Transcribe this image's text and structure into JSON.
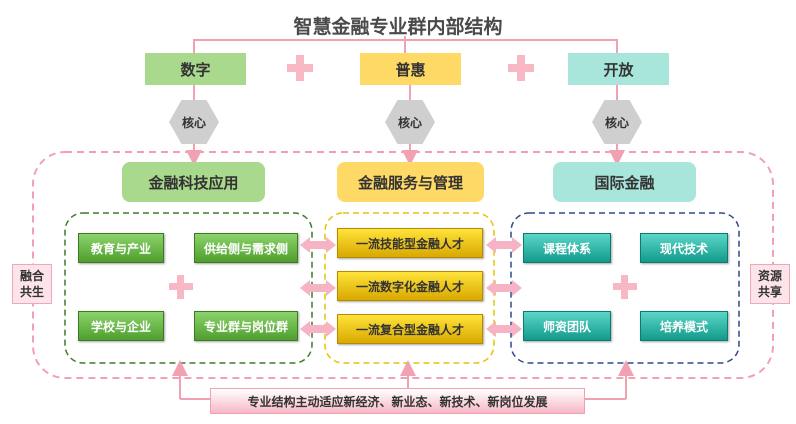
{
  "title": "智慧金融专业群内部结构",
  "top_row": [
    "数字",
    "普惠",
    "开放"
  ],
  "core_label": "核心",
  "categories": [
    "金融科技应用",
    "金融服务与管理",
    "国际金融"
  ],
  "left_group": [
    "教育与产业",
    "供给侧与需求侧",
    "学校与企业",
    "专业群与岗位群"
  ],
  "center_group": [
    "一流技能型金融人才",
    "一流数字化金融人才",
    "一流复合型金融人才"
  ],
  "right_group": [
    "课程体系",
    "现代技术",
    "师资团队",
    "培养模式"
  ],
  "side_left": "融合共生",
  "side_right": "资源共享",
  "bottom": "专业结构主动适应新经济、新业态、新技术、新岗位发展",
  "colors": {
    "green": "#a9d98c",
    "yellow": "#ffd966",
    "teal": "#a8e6dc",
    "pink_line": "#f2a1b3",
    "plus": "#f7b7c5"
  }
}
